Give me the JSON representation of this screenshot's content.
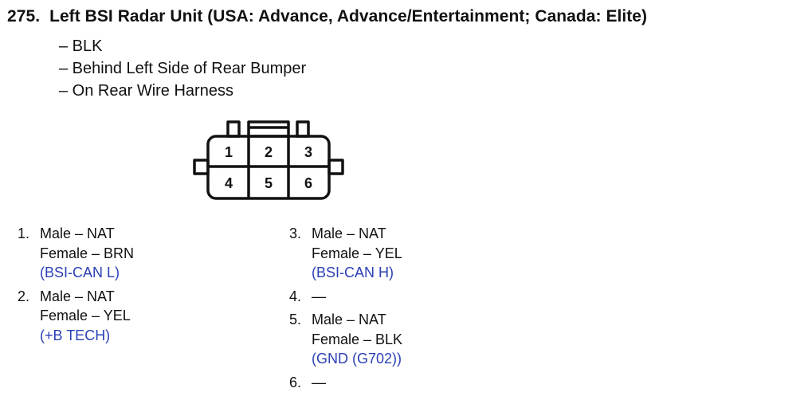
{
  "title": {
    "number": "275.",
    "text": "Left BSI Radar Unit (USA: Advance, Advance/Entertainment; Canada: Elite)"
  },
  "details": [
    "– BLK",
    "– Behind Left Side of Rear Bumper",
    "– On Rear Wire Harness"
  ],
  "connector": {
    "terminals": [
      "1",
      "2",
      "3",
      "4",
      "5",
      "6"
    ]
  },
  "pins": [
    {
      "num": "1.",
      "male": "Male – NAT",
      "female": "Female – BRN",
      "signal": "(BSI-CAN L)"
    },
    {
      "num": "2.",
      "male": "Male – NAT",
      "female": "Female – YEL",
      "signal": "(+B TECH)"
    },
    {
      "num": "3.",
      "male": "Male – NAT",
      "female": "Female – YEL",
      "signal": "(BSI-CAN H)"
    },
    {
      "num": "4.",
      "male": "—"
    },
    {
      "num": "5.",
      "male": "Male – NAT",
      "female": "Female – BLK",
      "signal": "(GND (G702))"
    },
    {
      "num": "6.",
      "male": "—"
    }
  ],
  "colors": {
    "text": "#111111",
    "signal": "#2a3fb6"
  }
}
